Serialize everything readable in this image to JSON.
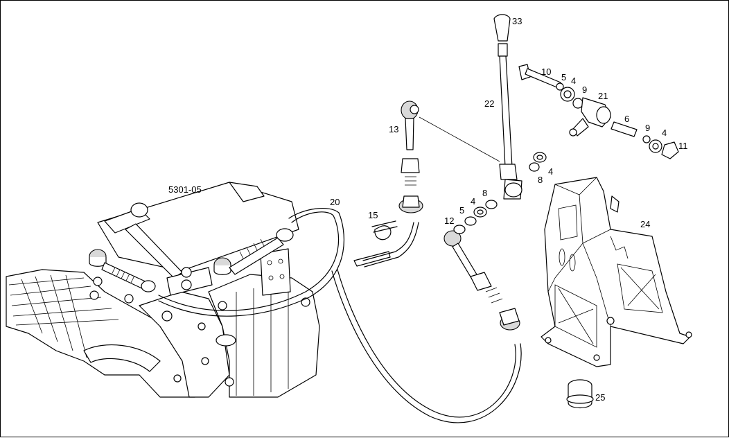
{
  "diagram": {
    "drawing_number": "5301-05",
    "callouts": [
      {
        "id": "33",
        "text": "33"
      },
      {
        "id": "10",
        "text": "10"
      },
      {
        "id": "5a",
        "text": "5"
      },
      {
        "id": "4a",
        "text": "4"
      },
      {
        "id": "9a",
        "text": "9"
      },
      {
        "id": "21",
        "text": "21"
      },
      {
        "id": "22",
        "text": "22"
      },
      {
        "id": "6",
        "text": "6"
      },
      {
        "id": "9b",
        "text": "9"
      },
      {
        "id": "4b",
        "text": "4"
      },
      {
        "id": "11",
        "text": "11"
      },
      {
        "id": "13",
        "text": "13"
      },
      {
        "id": "8a",
        "text": "8"
      },
      {
        "id": "4c",
        "text": "4"
      },
      {
        "id": "20",
        "text": "20"
      },
      {
        "id": "15",
        "text": "15"
      },
      {
        "id": "8b",
        "text": "8"
      },
      {
        "id": "4d",
        "text": "4"
      },
      {
        "id": "5b",
        "text": "5"
      },
      {
        "id": "12",
        "text": "12"
      },
      {
        "id": "24",
        "text": "24"
      },
      {
        "id": "25",
        "text": "25"
      }
    ]
  }
}
